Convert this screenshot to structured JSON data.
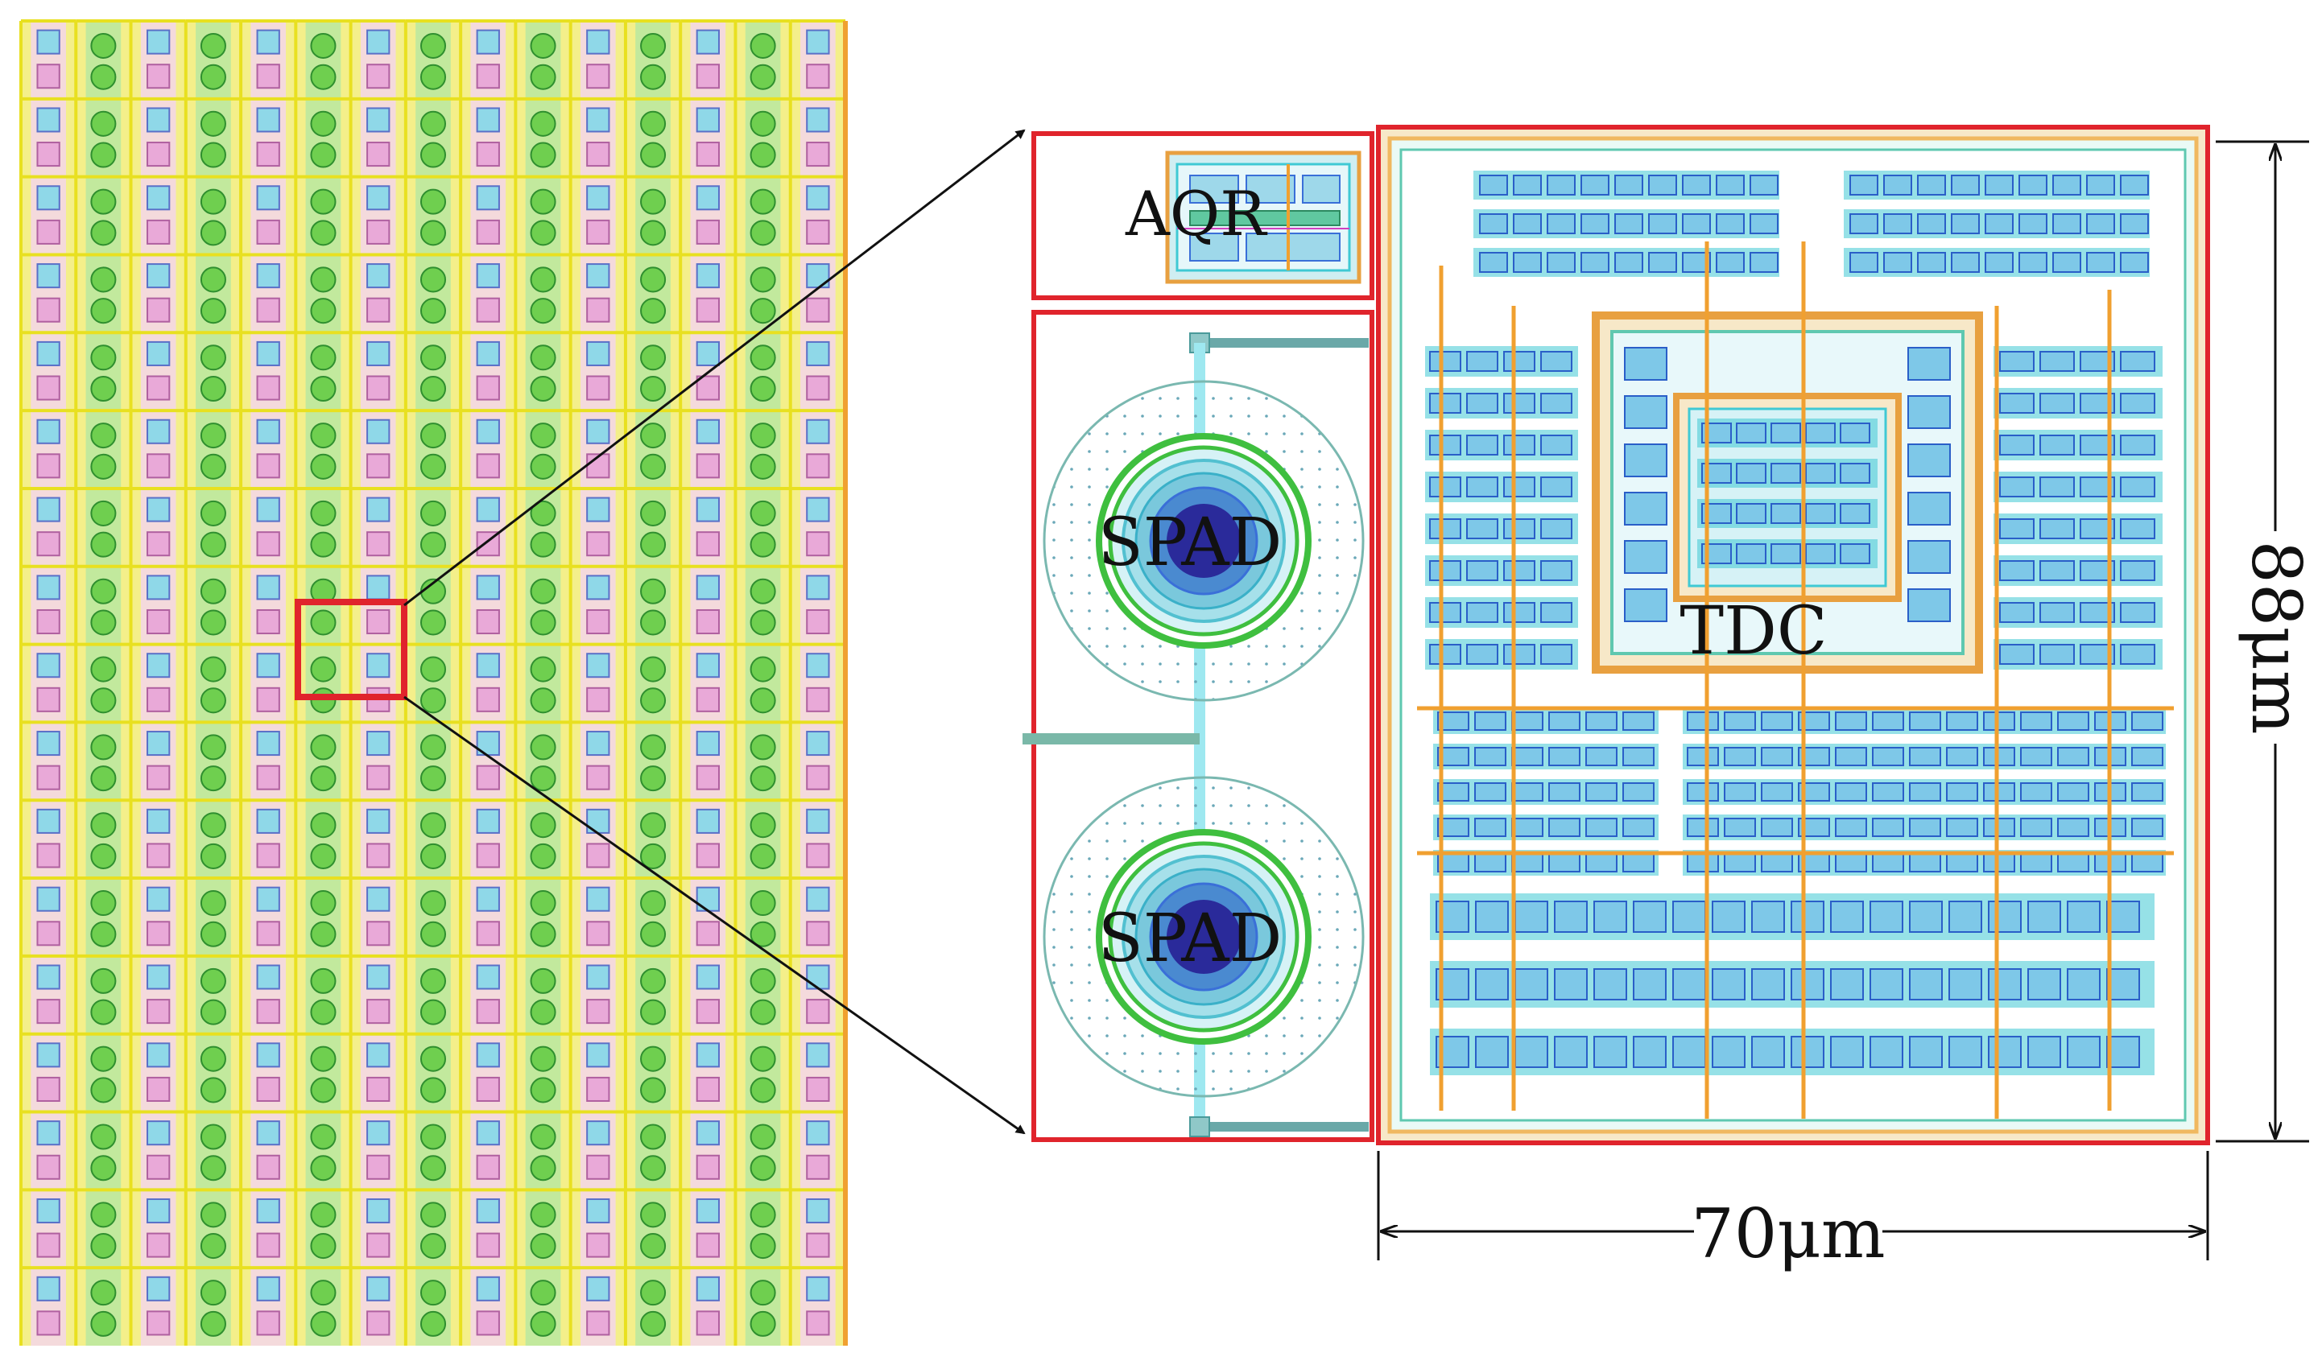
{
  "labels": {
    "aqr": "AQR",
    "spad_top": "SPAD",
    "spad_bottom": "SPAD",
    "tdc": "TDC",
    "width_dim": "70μm",
    "height_dim": "88μm"
  },
  "colors": {
    "highlight_red": "#e0242c",
    "array_yellow": "#f4ef8a",
    "array_green": "#6fcf4f",
    "array_pink": "#e9a9d8",
    "array_cyan": "#8fd8e8",
    "spad_core": "#2a2a9a",
    "spad_ring_green": "#3fbf3f",
    "tdc_cyan": "#3fc9d4",
    "tdc_blue": "#3a6fd8",
    "tdc_orange": "#f0a030",
    "dimension_line": "#111111"
  },
  "structure": {
    "array_columns": 15,
    "array_rows": 17,
    "tdc_bottom_rows": 3,
    "tdc_mid_rows": 5
  }
}
